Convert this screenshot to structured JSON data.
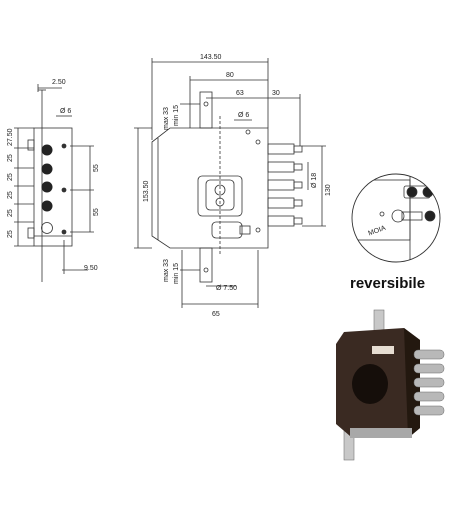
{
  "side_view": {
    "dims": {
      "top": "2.50",
      "hole": "Ø 6",
      "bottom": "9.50"
    },
    "left_dims": [
      "27.50",
      "25",
      "25",
      "25",
      "25",
      "25"
    ],
    "right_dims": [
      "55",
      "55"
    ]
  },
  "front_view": {
    "dims": {
      "width": "143.50",
      "w80": "80",
      "w63": "63",
      "w30": "30",
      "max_top": "max 33",
      "min_top": "min 15",
      "hole_top": "Ø 6",
      "height": "153.50",
      "bolt": "Ø 18",
      "span": "130",
      "max_bottom": "max 33",
      "min_bottom": "min 15",
      "hole_bottom": "Ø 7.50",
      "w65": "65"
    }
  },
  "detail_view": {
    "plate_text": "MOIA"
  },
  "reversible_label": "reversibile",
  "colors": {
    "line": "#333333",
    "lock_body": "#3a2a22",
    "bolt": "#b8b8b8"
  }
}
